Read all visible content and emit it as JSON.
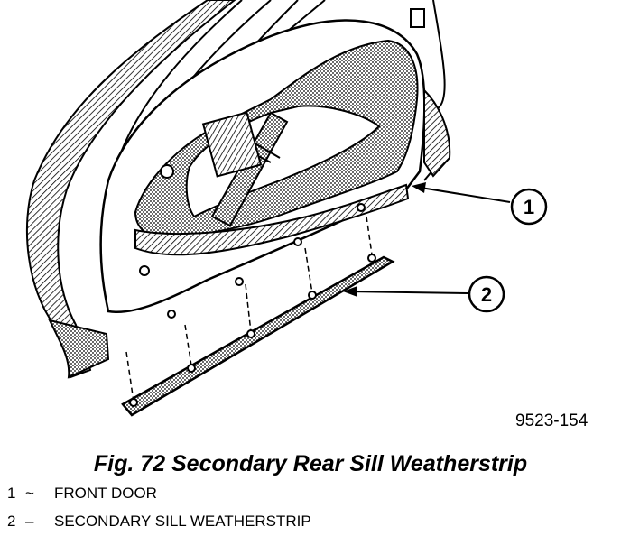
{
  "figure": {
    "part_number": "9523-154",
    "caption": "Fig. 72 Secondary Rear Sill Weatherstrip",
    "callouts": [
      {
        "number": "1"
      },
      {
        "number": "2"
      }
    ],
    "legend": [
      {
        "number": "1",
        "separator": "~",
        "label": "FRONT DOOR"
      },
      {
        "number": "2",
        "separator": "–",
        "label": "SECONDARY SILL WEATHERSTRIP"
      }
    ]
  }
}
